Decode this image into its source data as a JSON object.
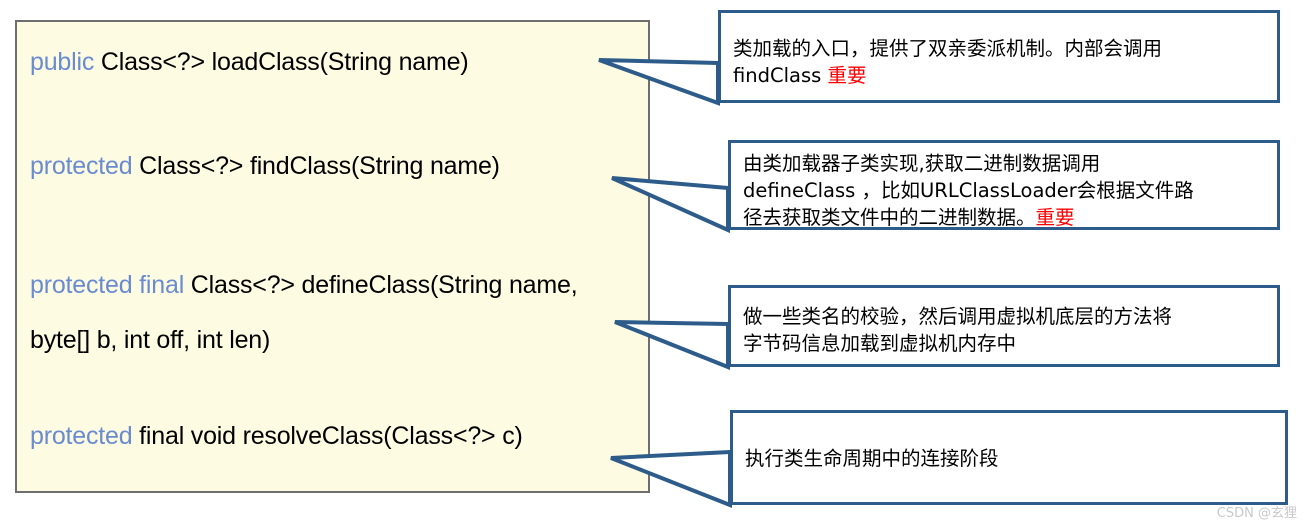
{
  "colors": {
    "code_panel_bg": "#FDFCE3",
    "code_panel_border": "#6E6E6E",
    "keyword_blue": "#6A8BD0",
    "callout_border": "#2E5C8A",
    "emphasis_red": "#FF0000",
    "text_black": "#000000",
    "watermark_gray": "#C9C9C9"
  },
  "code_panel": {
    "lines": [
      {
        "id": "load-class",
        "keyword": "public",
        "rest": " Class<?> loadClass(String name)",
        "full": "public Class<?> loadClass(String name)"
      },
      {
        "id": "find-class",
        "keyword": "protected",
        "rest": " Class<?> findClass(String name)",
        "full": "protected Class<?> findClass(String name)"
      },
      {
        "id": "define-class",
        "keyword": "protected final",
        "rest": " Class<?> defineClass(String name, byte[] b, int off, int len)",
        "full": "protected final Class<?> defineClass(String name, byte[] b, int off, int len)"
      },
      {
        "id": "resolve-class",
        "keyword": "protected",
        "rest": " final void resolveClass(Class<?> c)",
        "full": "protected final void resolveClass(Class<?> c)"
      }
    ]
  },
  "callouts": [
    {
      "id": "load-class-note",
      "line1": "类加载的入口，提供了双亲委派机制。内部会调用",
      "line2_plain": "findClass   ",
      "line2_emphasis": "重要"
    },
    {
      "id": "find-class-note",
      "line1": "由类加载器子类实现,获取二进制数据调用",
      "line2": "defineClass ，比如URLClassLoader会根据文件路",
      "line3_plain": "径去获取类文件中的二进制数据。",
      "line3_emphasis": "重要"
    },
    {
      "id": "define-class-note",
      "line1": "做一些类名的校验，然后调用虚拟机底层的方法将",
      "line2": "字节码信息加载到虚拟机内存中"
    },
    {
      "id": "resolve-class-note",
      "line1": "执行类生命周期中的连接阶段"
    }
  ],
  "watermark": {
    "text": "CSDN @玄狸"
  }
}
